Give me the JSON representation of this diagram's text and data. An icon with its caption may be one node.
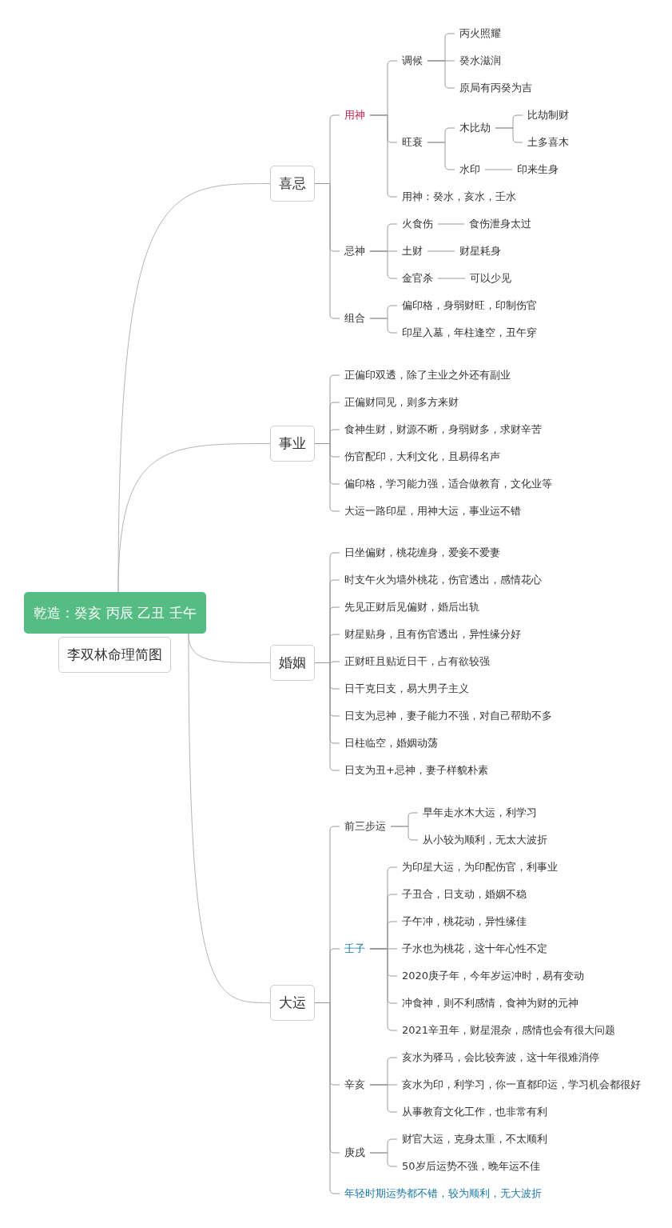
{
  "diagram": {
    "nodes": [
      {
        "text": [
          "乾造：癸亥 丙辰 乙丑 壬午"
        ]
      },
      {
        "text": [
          "李双林命理简图"
        ]
      },
      {
        "text": [
          "喜忌"
        ]
      },
      {
        "text": [
          "用神"
        ]
      },
      {
        "text": [
          "调候"
        ]
      },
      {
        "text": [
          "丙火照耀"
        ]
      },
      {
        "text": [
          "癸水滋润"
        ]
      },
      {
        "text": [
          "原局有丙癸为吉"
        ]
      },
      {
        "text": [
          "旺衰"
        ]
      },
      {
        "text": [
          "木比劫"
        ]
      },
      {
        "text": [
          "比劫制财"
        ]
      },
      {
        "text": [
          "土多喜木"
        ]
      },
      {
        "text": [
          "水印"
        ]
      },
      {
        "text": [
          "印来生身"
        ]
      },
      {
        "text": [
          "用神：癸水，亥水，壬水"
        ]
      },
      {
        "text": [
          "忌神"
        ]
      },
      {
        "text": [
          "火食伤"
        ]
      },
      {
        "text": [
          "食伤泄身太过"
        ]
      },
      {
        "text": [
          "土财"
        ]
      },
      {
        "text": [
          "财星耗身"
        ]
      },
      {
        "text": [
          "金官杀"
        ]
      },
      {
        "text": [
          "可以少见"
        ]
      },
      {
        "text": [
          "组合"
        ]
      },
      {
        "text": [
          "偏印格，身弱财旺，印制伤官"
        ]
      },
      {
        "text": [
          "印星入墓，年柱逢空，丑午穿"
        ]
      },
      {
        "text": [
          "事业"
        ]
      },
      {
        "text": [
          "正偏印双透，除了主业之外还有副业"
        ]
      },
      {
        "text": [
          "正偏财同见，则多方来财"
        ]
      },
      {
        "text": [
          "食神生财，财源不断，身弱财多，求财辛苦"
        ]
      },
      {
        "text": [
          "伤官配印，大利文化，且易得名声"
        ]
      },
      {
        "text": [
          "偏印格，学习能力强，适合做教育，文化业等"
        ]
      },
      {
        "text": [
          "大运一路印星，用神大运，事业运不错"
        ]
      },
      {
        "text": [
          "婚姻"
        ]
      },
      {
        "text": [
          "日坐偏财，桃花缠身，爱妾不爱妻"
        ]
      },
      {
        "text": [
          "时支午火为墙外桃花，伤官透出，感情花心"
        ]
      },
      {
        "text": [
          "先见正财后见偏财，婚后出轨"
        ]
      },
      {
        "text": [
          "财星贴身，且有伤官透出，异性缘分好"
        ]
      },
      {
        "text": [
          "正财旺且贴近日干，占有欲较强"
        ]
      },
      {
        "text": [
          "日干克日支，易大男子主义"
        ]
      },
      {
        "text": [
          "日支为忌神，妻子能力不强，对自己帮助不多"
        ]
      },
      {
        "text": [
          "日柱临空，婚姻动荡"
        ]
      },
      {
        "text": [
          "日支为丑+忌神，妻子样貌朴素"
        ]
      },
      {
        "text": [
          "大运"
        ]
      },
      {
        "text": [
          "前三步运"
        ]
      },
      {
        "text": [
          "早年走水木大运，利学习"
        ]
      },
      {
        "text": [
          "从小较为顺利，无太大波折"
        ]
      },
      {
        "text": [
          "壬子"
        ]
      },
      {
        "text": [
          "为印星大运，为印配伤官，利事业"
        ]
      },
      {
        "text": [
          "子丑合，日支动，婚姻不稳"
        ]
      },
      {
        "text": [
          "子午冲，桃花动，异性缘佳"
        ]
      },
      {
        "text": [
          "子水也为桃花，这十年心性不定"
        ]
      },
      {
        "text": [
          "2020庚子年，今年岁运冲时，易有变动"
        ]
      },
      {
        "text": [
          "冲食神，则不利感情，食神为财的元神"
        ]
      },
      {
        "text": [
          "2021辛丑年，财星混杂，感情也会有很大问题"
        ]
      },
      {
        "text": [
          "辛亥"
        ]
      },
      {
        "text": [
          "亥水为驿马，会比较奔波，这十年很难消停"
        ]
      },
      {
        "text": [
          "亥水为印，利学习，你一直都印运，学习机会都很好"
        ]
      },
      {
        "text": [
          "从事教育文化工作，也非常有利"
        ]
      },
      {
        "text": [
          "庚戌"
        ]
      },
      {
        "text": [
          "财官大运，克身太重，不太顺利"
        ]
      },
      {
        "text": [
          "50岁后运势不强，晚年运不佳"
        ]
      },
      {
        "text": [
          "年轻时期运势都不错，较为顺利，无大波折"
        ]
      }
    ],
    "edges": [
      {
        "from": 0,
        "to": 2,
        "arrow": "none"
      },
      {
        "from": 0,
        "to": 25,
        "arrow": "none"
      },
      {
        "from": 0,
        "to": 32,
        "arrow": "none"
      },
      {
        "from": 0,
        "to": 42,
        "arrow": "none"
      },
      {
        "from": 2,
        "to": 3,
        "arrow": "none"
      },
      {
        "from": 2,
        "to": 15,
        "arrow": "none"
      },
      {
        "from": 2,
        "to": 22,
        "arrow": "none"
      },
      {
        "from": 3,
        "to": 4,
        "arrow": "none"
      },
      {
        "from": 3,
        "to": 8,
        "arrow": "none"
      },
      {
        "from": 3,
        "to": 14,
        "arrow": "none"
      },
      {
        "from": 4,
        "to": 5,
        "arrow": "none"
      },
      {
        "from": 4,
        "to": 6,
        "arrow": "none"
      },
      {
        "from": 4,
        "to": 7,
        "arrow": "none"
      },
      {
        "from": 8,
        "to": 9,
        "arrow": "none"
      },
      {
        "from": 8,
        "to": 12,
        "arrow": "none"
      },
      {
        "from": 9,
        "to": 10,
        "arrow": "none"
      },
      {
        "from": 9,
        "to": 11,
        "arrow": "none"
      },
      {
        "from": 12,
        "to": 13,
        "arrow": "none"
      },
      {
        "from": 15,
        "to": 16,
        "arrow": "none"
      },
      {
        "from": 15,
        "to": 18,
        "arrow": "none"
      },
      {
        "from": 15,
        "to": 20,
        "arrow": "none"
      },
      {
        "from": 16,
        "to": 17,
        "arrow": "none"
      },
      {
        "from": 18,
        "to": 19,
        "arrow": "none"
      },
      {
        "from": 20,
        "to": 21,
        "arrow": "none"
      },
      {
        "from": 22,
        "to": 23,
        "arrow": "none"
      },
      {
        "from": 22,
        "to": 24,
        "arrow": "none"
      },
      {
        "from": 25,
        "to": 26,
        "arrow": "none"
      },
      {
        "from": 25,
        "to": 27,
        "arrow": "none"
      },
      {
        "from": 25,
        "to": 28,
        "arrow": "none"
      },
      {
        "from": 25,
        "to": 29,
        "arrow": "none"
      },
      {
        "from": 25,
        "to": 30,
        "arrow": "none"
      },
      {
        "from": 25,
        "to": 31,
        "arrow": "none"
      },
      {
        "from": 32,
        "to": 33,
        "arrow": "none"
      },
      {
        "from": 32,
        "to": 34,
        "arrow": "none"
      },
      {
        "from": 32,
        "to": 35,
        "arrow": "none"
      },
      {
        "from": 32,
        "to": 36,
        "arrow": "none"
      },
      {
        "from": 32,
        "to": 37,
        "arrow": "none"
      },
      {
        "from": 32,
        "to": 38,
        "arrow": "none"
      },
      {
        "from": 32,
        "to": 39,
        "arrow": "none"
      },
      {
        "from": 32,
        "to": 40,
        "arrow": "none"
      },
      {
        "from": 32,
        "to": 41,
        "arrow": "none"
      },
      {
        "from": 42,
        "to": 43,
        "arrow": "none"
      },
      {
        "from": 42,
        "to": 46,
        "arrow": "none"
      },
      {
        "from": 42,
        "to": 54,
        "arrow": "none"
      },
      {
        "from": 42,
        "to": 58,
        "arrow": "none"
      },
      {
        "from": 42,
        "to": 61,
        "arrow": "none"
      },
      {
        "from": 43,
        "to": 44,
        "arrow": "none"
      },
      {
        "from": 43,
        "to": 45,
        "arrow": "none"
      },
      {
        "from": 46,
        "to": 47,
        "arrow": "none"
      },
      {
        "from": 46,
        "to": 48,
        "arrow": "none"
      },
      {
        "from": 46,
        "to": 49,
        "arrow": "none"
      },
      {
        "from": 46,
        "to": 50,
        "arrow": "none"
      },
      {
        "from": 46,
        "to": 51,
        "arrow": "none"
      },
      {
        "from": 46,
        "to": 52,
        "arrow": "none"
      },
      {
        "from": 46,
        "to": 53,
        "arrow": "none"
      },
      {
        "from": 54,
        "to": 55,
        "arrow": "none"
      },
      {
        "from": 54,
        "to": 56,
        "arrow": "none"
      },
      {
        "from": 54,
        "to": 57,
        "arrow": "none"
      },
      {
        "from": 58,
        "to": 59,
        "arrow": "none"
      },
      {
        "from": 58,
        "to": 60,
        "arrow": "none"
      }
    ]
  }
}
